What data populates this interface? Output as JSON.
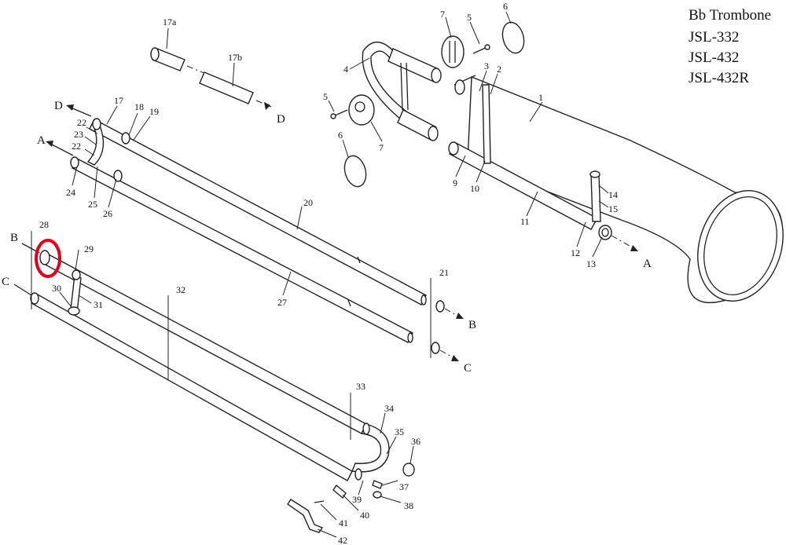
{
  "title_block": {
    "instrument": "Bb Trombone",
    "models": [
      "JSL-332",
      "JSL-432",
      "JSL-432R"
    ]
  },
  "direction_labels": {
    "a_left": "A",
    "a_right": "A",
    "b_left": "B",
    "b_right": "B",
    "c_left": "C",
    "c_right": "C",
    "d_left": "D",
    "d_right": "D"
  },
  "part_numbers": {
    "p1": "1",
    "p2": "2",
    "p3": "3",
    "p4": "4",
    "p5a": "5",
    "p5b": "5",
    "p6a": "6",
    "p6b": "6",
    "p7a": "7",
    "p7b": "7",
    "p9": "9",
    "p10": "10",
    "p11": "11",
    "p12": "12",
    "p13": "13",
    "p14": "14",
    "p15": "15",
    "p17": "17",
    "p17a": "17a",
    "p17b": "17b",
    "p18": "18",
    "p19": "19",
    "p20": "20",
    "p21": "21",
    "p22a": "22",
    "p22b": "22",
    "p23": "23",
    "p24": "24",
    "p25": "25",
    "p26": "26",
    "p27": "27",
    "p28": "28",
    "p29": "29",
    "p30": "30",
    "p31": "31",
    "p32": "32",
    "p33": "33",
    "p34": "34",
    "p35": "35",
    "p36": "36",
    "p37": "37",
    "p38": "38",
    "p39": "39",
    "p40": "40",
    "p41": "41",
    "p42": "42"
  },
  "highlight": {
    "color": "#e0001b"
  }
}
